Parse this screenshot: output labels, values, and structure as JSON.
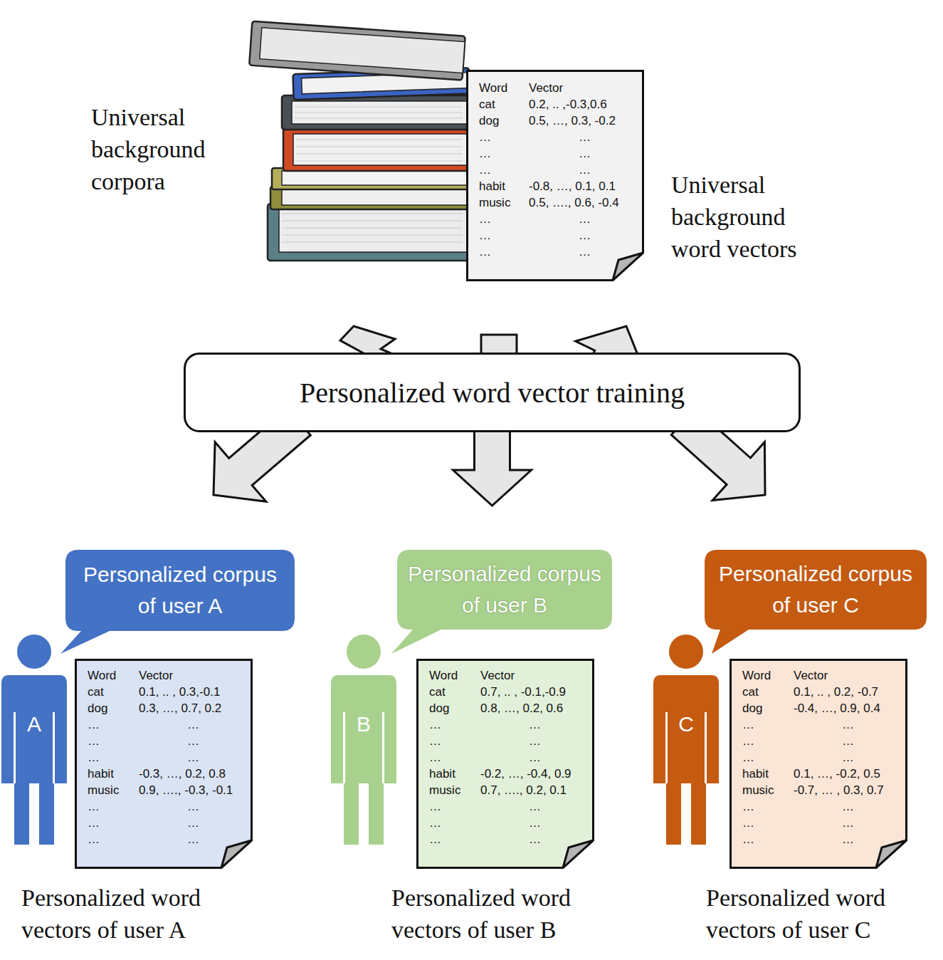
{
  "diagram": {
    "nodes": [
      {
        "text": [
          "Word",
          "Vector",
          "cat",
          "0.2, .. ,-0.3,0.6",
          "dog",
          "0.5, …, 0.3, -0.2",
          "…",
          "…",
          "…",
          "…",
          "…",
          "…",
          "habit",
          "-0.8, …, 0.1, 0.1",
          "music",
          "0.5, …., 0.6, -0.4",
          "…",
          "…",
          "…",
          "…",
          "…",
          "…"
        ]
      },
      {
        "text": [
          "Personalized word vector training"
        ]
      },
      {
        "text": [
          "Personalized corpus of user A"
        ]
      },
      {
        "text": [
          "Personalized corpus of user B"
        ]
      },
      {
        "text": [
          "Personalized corpus of user C"
        ]
      },
      {
        "text": [
          "A"
        ]
      },
      {
        "text": [
          "Word",
          "Vector",
          "cat",
          "0.1, .. , 0.3,-0.1",
          "dog",
          "0.3, …, 0.7, 0.2",
          "…",
          "…",
          "…",
          "…",
          "…",
          "…",
          "habit",
          "-0.3, …, 0.2, 0.8",
          "music",
          "0.9, …., -0.3, -0.1",
          "…",
          "…",
          "…",
          "…",
          "…",
          "…"
        ]
      },
      {
        "text": [
          "B"
        ]
      },
      {
        "text": [
          "Word",
          "Vector",
          "cat",
          "0.7, .. , -0.1,-0.9",
          "dog",
          "0.8, …, 0.2, 0.6",
          "…",
          "…",
          "…",
          "…",
          "…",
          "…",
          "habit",
          "-0.2, …, -0.4, 0.9",
          "music",
          "0.7, …., 0.2, 0.1",
          "…",
          "…",
          "…",
          "…",
          "…",
          "…"
        ]
      },
      {
        "text": [
          "C"
        ]
      },
      {
        "text": [
          "Word",
          "Vector",
          "cat",
          "0.1, .. , 0.2, -0.7",
          "dog",
          "-0.4, …, 0.9, 0.4",
          "…",
          "…",
          "…",
          "…",
          "…",
          "…",
          "habit",
          "0.1, …, -0.2, 0.5",
          "music",
          "-0.7, … , 0.3, 0.7",
          "…",
          "…",
          "…",
          "…",
          "…",
          "…"
        ]
      }
    ],
    "edges": [
      {
        "from": 1,
        "to": 0,
        "arrow": "to"
      },
      {
        "from": 1,
        "to": 6,
        "arrow": "to"
      },
      {
        "from": 1,
        "to": 8,
        "arrow": "to"
      },
      {
        "from": 1,
        "to": 10,
        "arrow": "to"
      }
    ],
    "labels": [
      "Universal background corpora",
      "Universal background word vectors",
      "Personalized word vectors of user A",
      "Personalized word vectors of user B",
      "Personalized word vectors of user C"
    ]
  }
}
